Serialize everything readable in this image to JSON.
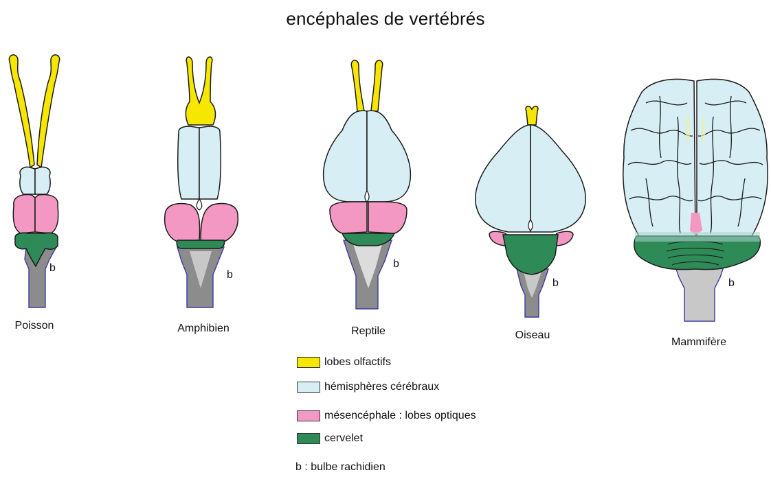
{
  "title": "encéphales de vertébrés",
  "specimens": [
    {
      "name": "Poisson",
      "b_label": "b"
    },
    {
      "name": "Amphibien",
      "b_label": "b"
    },
    {
      "name": "Reptile",
      "b_label": "b"
    },
    {
      "name": "Oiseau",
      "b_label": "b"
    },
    {
      "name": "Mammifère",
      "b_label": "b"
    }
  ],
  "legend": [
    {
      "label": "lobes olfactifs",
      "color": "#f7e600"
    },
    {
      "label": "hémisphères cérébraux",
      "color": "#d6eef4"
    },
    {
      "label": "mésencéphale : lobes optiques",
      "color": "#f298c2"
    },
    {
      "label": "cervelet",
      "color": "#2e8b57"
    }
  ],
  "footnote": "b : bulbe rachidien",
  "colors": {
    "olfactory": "#f7e600",
    "cerebrum": "#d6eef4",
    "optic": "#f298c2",
    "cerebellum": "#2e8b57",
    "medulla": "#8c8c8c",
    "medulla_light": "#c8c8c8",
    "outline": "#1a1a1a"
  }
}
